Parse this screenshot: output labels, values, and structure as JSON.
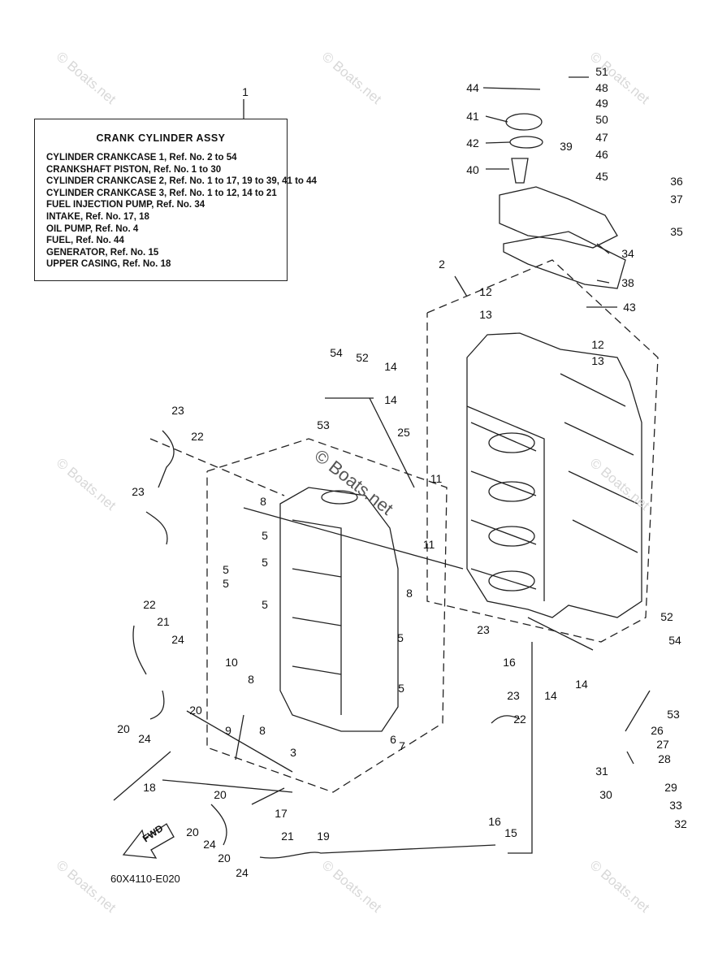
{
  "legend": {
    "ref_number": "1",
    "title": "CRANK  CYLINDER ASSY",
    "lines": [
      "CYLINDER CRANKCASE 1,  Ref. No. 2 to 54",
      "CRANKSHAFT PISTON,  Ref. No. 1 to 30",
      "CYLINDER CRANKCASE 2,  Ref. No. 1 to 17, 19 to 39, 41 to 44",
      "CYLINDER CRANKCASE 3,  Ref. No. 1 to 12, 14 to 21",
      "FUEL INJECTION PUMP,  Ref. No. 34",
      "INTAKE,  Ref. No. 17, 18",
      "OIL PUMP,  Ref. No. 4",
      "FUEL,  Ref. No. 44",
      "GENERATOR,  Ref. No. 15",
      "UPPER CASING,  Ref. No. 18"
    ]
  },
  "callouts": [
    "51",
    "48",
    "44",
    "49",
    "41",
    "50",
    "47",
    "42",
    "39",
    "46",
    "40",
    "45",
    "36",
    "37",
    "35",
    "34",
    "38",
    "2",
    "12",
    "13",
    "43",
    "12",
    "13",
    "54",
    "52",
    "14",
    "14",
    "53",
    "25",
    "23",
    "22",
    "11",
    "8",
    "5",
    "23",
    "5",
    "5",
    "5",
    "5",
    "11",
    "22",
    "21",
    "24",
    "8",
    "23",
    "16",
    "10",
    "5",
    "14",
    "14",
    "8",
    "23",
    "52",
    "54",
    "5",
    "8",
    "20",
    "22",
    "53",
    "20",
    "24",
    "9",
    "3",
    "6",
    "7",
    "26",
    "27",
    "28",
    "18",
    "31",
    "29",
    "30",
    "20",
    "17",
    "33",
    "32",
    "20",
    "21",
    "19",
    "16",
    "15",
    "24",
    "20",
    "24"
  ],
  "watermark": "© Boats.net",
  "center_watermark": "© Boats.net",
  "fwd_label": "FWD",
  "diagram_code": "60X4110-E020"
}
